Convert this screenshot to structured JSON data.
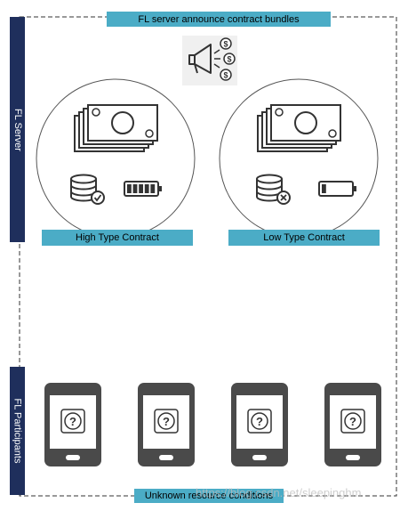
{
  "header": {
    "title": "FL server announce contract bundles"
  },
  "server": {
    "label": "FL Server"
  },
  "participants": {
    "label": "FL Participants",
    "count": 4
  },
  "contracts": [
    {
      "label": "High Type Contract",
      "battery_level": 1.0,
      "storage_status": "check"
    },
    {
      "label": "Low Type Contract",
      "battery_level": 0.2,
      "storage_status": "cross"
    }
  ],
  "footer": {
    "label": "Unknown resource conditions"
  },
  "watermark": "https://blog.csdn.net/sleepinghm",
  "colors": {
    "banner": "#4bacc6",
    "side_bar": "#1f2f5c",
    "phone": "#4a4a4a",
    "icon_stroke": "#333333"
  }
}
